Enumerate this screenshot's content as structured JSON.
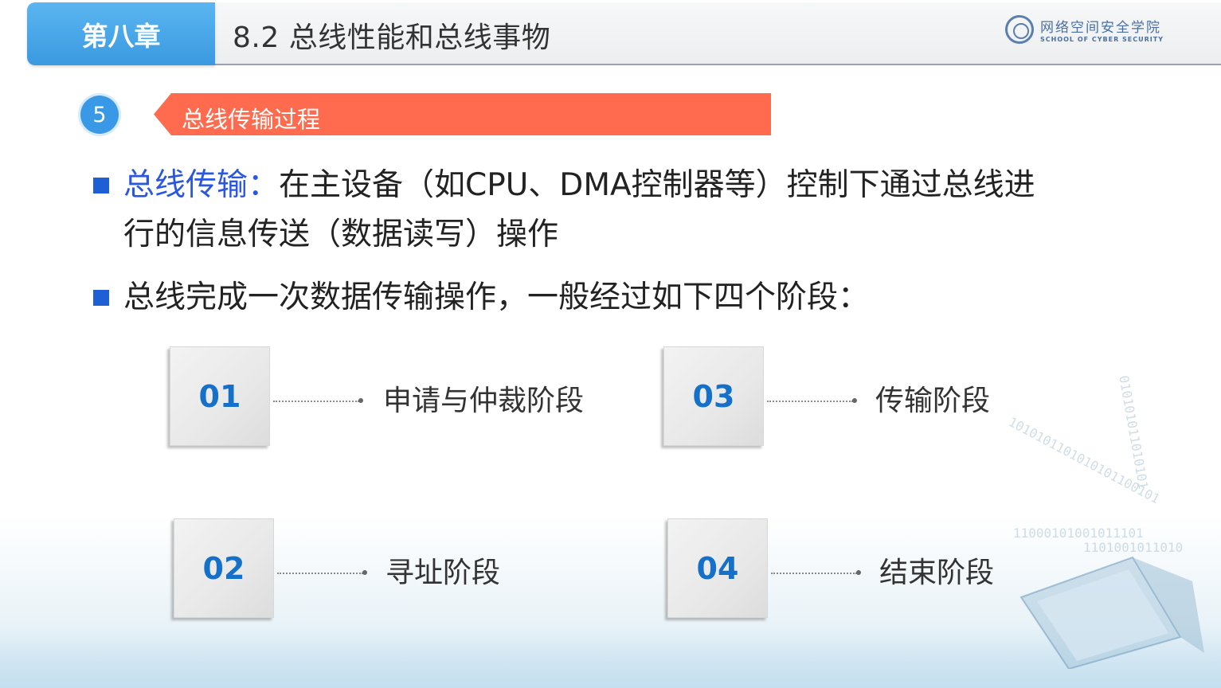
{
  "header": {
    "chapter_label": "第八章",
    "page_title": "8.2 总线性能和总线事物",
    "logo": {
      "name_cn": "网络空间安全学院",
      "name_en": "SCHOOL OF CYBER SECURITY",
      "icon": "school-seal-icon"
    }
  },
  "section": {
    "number": "5",
    "title": "总线传输过程"
  },
  "bullets": [
    {
      "highlight": "总线传输：",
      "line1": "在主设备（如CPU、DMA控制器等）控制下通过总线进",
      "line2": "行的信息传送（数据读写）操作"
    },
    {
      "highlight": "",
      "line1": "总线完成一次数据传输操作，一般经过如下四个阶段：",
      "line2": ""
    }
  ],
  "stages": [
    {
      "number": "01",
      "label": "申请与仲裁阶段"
    },
    {
      "number": "02",
      "label": "寻址阶段"
    },
    {
      "number": "03",
      "label": "传输阶段"
    },
    {
      "number": "04",
      "label": "结束阶段"
    }
  ],
  "colors": {
    "chapter_tab": "#3a99e0",
    "section_banner": "#ff6b4f",
    "bullet_mark": "#1f5fd6",
    "highlight_text": "#2b57e0",
    "stage_number": "#1470c8"
  }
}
